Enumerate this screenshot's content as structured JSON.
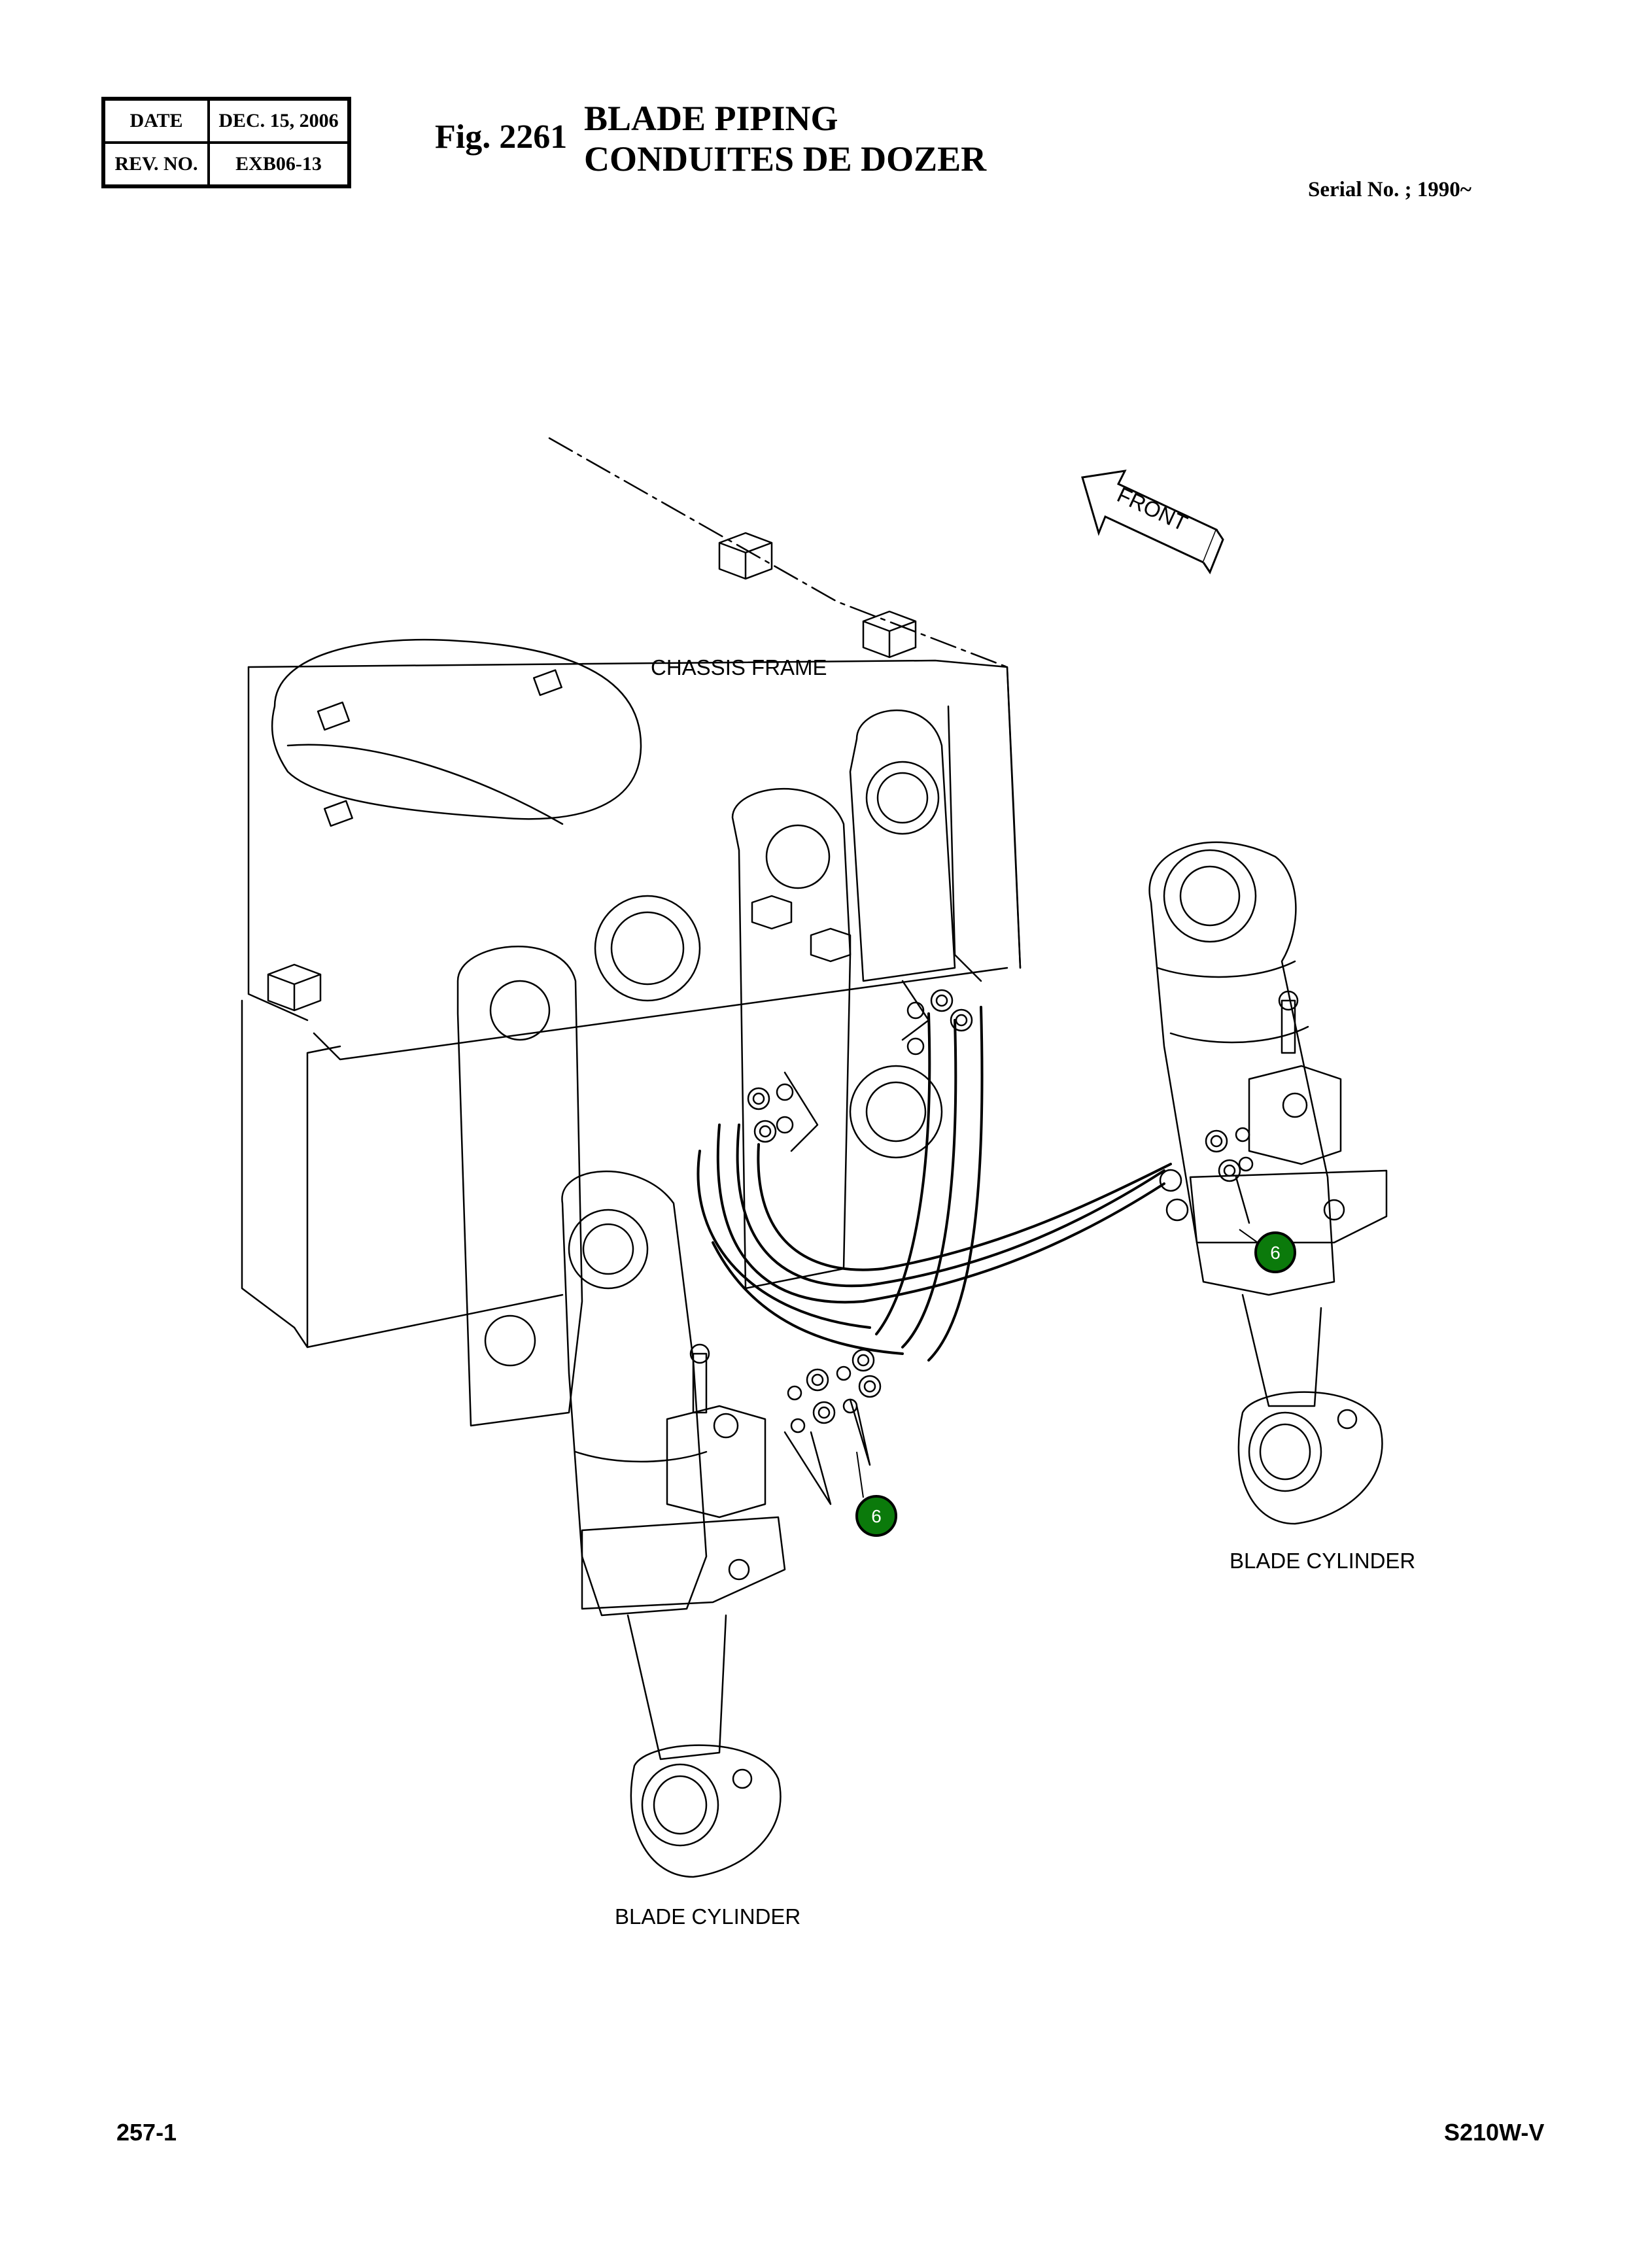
{
  "header": {
    "date_label": "DATE",
    "date_value": "DEC. 15, 2006",
    "rev_label": "REV. NO.",
    "rev_value": "EXB06-13"
  },
  "figure": {
    "number": "Fig. 2261",
    "title_en": "BLADE PIPING",
    "title_fr": "CONDUITES DE DOZER",
    "serial": "Serial No. ; 1990~"
  },
  "diagram": {
    "front_label": "FRONT",
    "chassis_label": "CHASSIS FRAME",
    "blade_cyl_right": "BLADE CYLINDER",
    "blade_cyl_left": "BLADE CYLINDER",
    "callouts": [
      {
        "id": "callout-right",
        "label": "6",
        "color": "#0b7a0b"
      },
      {
        "id": "callout-left",
        "label": "6",
        "color": "#0b7a0b"
      }
    ]
  },
  "footer": {
    "page": "257-1",
    "model": "S210W-V"
  }
}
